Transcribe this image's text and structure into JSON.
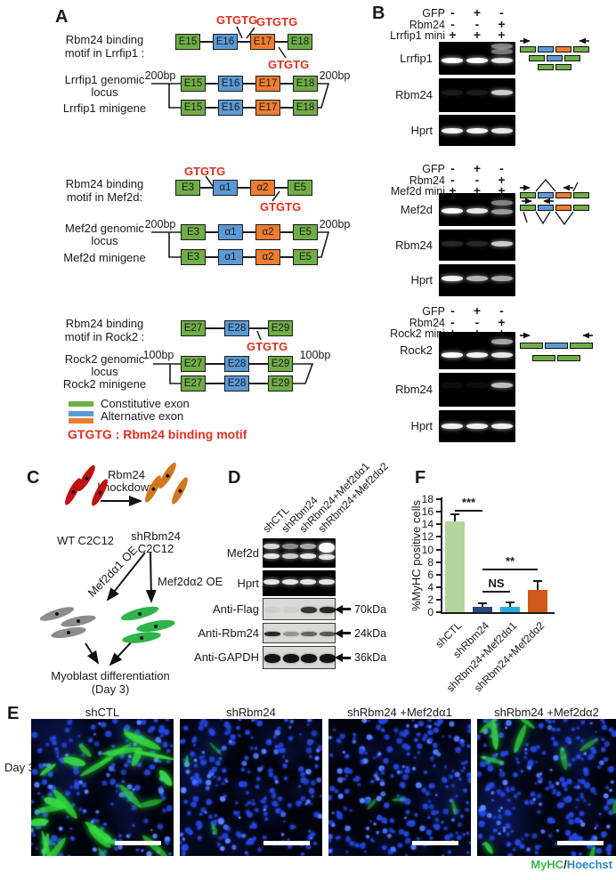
{
  "colors": {
    "exon_green": "#70ad47",
    "exon_blue": "#5b9bd5",
    "exon_orange": "#ed7d31",
    "motif_red": "#e0301e",
    "myhc_green": "#3cb54a",
    "hoechst_blue": "#2e86c8"
  },
  "panel_a": {
    "label": "A",
    "gtgtg": "GTGTG",
    "groups": [
      {
        "motif_l1": "Rbm24 binding",
        "motif_l2": "motif in Lrrfip1 :",
        "genomic_l1": "Lrrfip1 genomic",
        "genomic_l2": "locus",
        "minigene": "Lrrfip1 minigene",
        "flank": "200bp",
        "exons": [
          {
            "t": "E15",
            "c": "green"
          },
          {
            "t": "E16",
            "c": "blue"
          },
          {
            "t": "E17",
            "c": "orange"
          },
          {
            "t": "E18",
            "c": "green"
          }
        ]
      },
      {
        "motif_l1": "Rbm24 binding",
        "motif_l2": "motif in Mef2d:",
        "genomic_l1": "Mef2d genomic",
        "genomic_l2": "locus",
        "minigene": "Mef2d minigene",
        "flank": "200bp",
        "exons": [
          {
            "t": "E3",
            "c": "green"
          },
          {
            "t": "α1",
            "c": "blue"
          },
          {
            "t": "α2",
            "c": "orange"
          },
          {
            "t": "E5",
            "c": "green"
          }
        ]
      },
      {
        "motif_l1": "Rbm24 binding",
        "motif_l2": "motif in Rock2 :",
        "genomic_l1": "Rock2 genomic",
        "genomic_l2": "locus",
        "minigene": "Rock2 minigene",
        "flank": "100bp",
        "exons": [
          {
            "t": "E27",
            "c": "green"
          },
          {
            "t": "E28",
            "c": "blue"
          },
          {
            "t": "E29",
            "c": "green"
          }
        ]
      }
    ],
    "legend": {
      "constitutive": "Constitutive exon",
      "alternative": "Alternative exon",
      "motif_note": "GTGTG :  Rbm24 binding motif"
    }
  },
  "panel_b": {
    "label": "B",
    "blocks": [
      {
        "header": [
          {
            "label": "GFP",
            "v": [
              "-",
              "+",
              "-"
            ]
          },
          {
            "label": "Rbm24",
            "v": [
              "-",
              "-",
              "+"
            ]
          },
          {
            "label": "Lrrfip1 mini",
            "v": [
              "+",
              "+",
              "+"
            ]
          }
        ],
        "gels": [
          {
            "label": "Lrrfip1",
            "lanes": [
              [
                {
                  "y": 0.58,
                  "o": 1
                }
              ],
              [
                {
                  "y": 0.58,
                  "o": 1
                }
              ],
              [
                {
                  "y": 0.58,
                  "o": 0.9
                },
                {
                  "y": 0.3,
                  "o": 0.45
                },
                {
                  "y": 0.13,
                  "o": 0.5
                }
              ]
            ]
          },
          {
            "label": "Rbm24",
            "lanes": [
              [
                {
                  "y": 0.42,
                  "o": 0.1
                }
              ],
              [
                {
                  "y": 0.42,
                  "o": 0.1
                }
              ],
              [
                {
                  "y": 0.42,
                  "o": 0.8
                }
              ]
            ]
          },
          {
            "label": "Hprt",
            "lanes": [
              [
                {
                  "y": 0.5,
                  "o": 0.95
                }
              ],
              [
                {
                  "y": 0.5,
                  "o": 0.95
                }
              ],
              [
                {
                  "y": 0.5,
                  "o": 0.9
                }
              ]
            ]
          }
        ],
        "isoforms": [
          [
            "green",
            "blue",
            "orange",
            "green"
          ],
          [
            "green",
            "blue",
            "green"
          ],
          [
            "green",
            "green"
          ]
        ]
      },
      {
        "header": [
          {
            "label": "GFP",
            "v": [
              "-",
              "+",
              "-"
            ]
          },
          {
            "label": "Rbm24",
            "v": [
              "-",
              "-",
              "+"
            ]
          },
          {
            "label": "Mef2d mini",
            "v": [
              "+",
              "+",
              "+"
            ]
          }
        ],
        "gels": [
          {
            "label": "Mef2d",
            "lanes": [
              [
                {
                  "y": 0.55,
                  "o": 1
                }
              ],
              [
                {
                  "y": 0.55,
                  "o": 0.9
                }
              ],
              [
                {
                  "y": 0.58,
                  "o": 0.6
                },
                {
                  "y": 0.3,
                  "o": 0.5
                }
              ]
            ]
          },
          {
            "label": "Rbm24",
            "lanes": [
              [
                {
                  "y": 0.45,
                  "o": 0.15
                }
              ],
              [
                {
                  "y": 0.45,
                  "o": 0.15
                }
              ],
              [
                {
                  "y": 0.45,
                  "o": 0.8
                }
              ]
            ]
          },
          {
            "label": "Hprt",
            "lanes": [
              [
                {
                  "y": 0.45,
                  "o": 0.95
                }
              ],
              [
                {
                  "y": 0.45,
                  "o": 0.7
                }
              ],
              [
                {
                  "y": 0.45,
                  "o": 0.65
                }
              ]
            ]
          }
        ],
        "isoforms": [
          [
            "green",
            "blue",
            "orange",
            "green"
          ],
          [
            "green",
            "blue",
            "orange",
            "green"
          ]
        ]
      },
      {
        "header": [
          {
            "label": "GFP",
            "v": [
              "-",
              "+",
              "-"
            ]
          },
          {
            "label": "Rbm24",
            "v": [
              "-",
              "-",
              "+"
            ]
          },
          {
            "label": "Rock2 mini",
            "v": [
              "+",
              "+",
              "+"
            ]
          }
        ],
        "gels": [
          {
            "label": "Rock2",
            "lanes": [
              [
                {
                  "y": 0.62,
                  "o": 1
                }
              ],
              [
                {
                  "y": 0.62,
                  "o": 0.95
                }
              ],
              [
                {
                  "y": 0.62,
                  "o": 0.9
                },
                {
                  "y": 0.26,
                  "o": 0.65
                }
              ]
            ]
          },
          {
            "label": "Rbm24",
            "lanes": [
              [
                {
                  "y": 0.38,
                  "o": 0.05
                }
              ],
              [
                {
                  "y": 0.38,
                  "o": 0.05
                }
              ],
              [
                {
                  "y": 0.38,
                  "o": 0.75
                }
              ]
            ]
          },
          {
            "label": "Hprt",
            "lanes": [
              [
                {
                  "y": 0.5,
                  "o": 0.95
                }
              ],
              [
                {
                  "y": 0.5,
                  "o": 0.95
                }
              ],
              [
                {
                  "y": 0.5,
                  "o": 0.95
                }
              ]
            ]
          }
        ],
        "isoforms": [
          [
            "green",
            "blue",
            "green"
          ],
          [
            "green",
            "green"
          ]
        ]
      }
    ]
  },
  "panel_c": {
    "label": "C",
    "kd_l1": "Rbm24",
    "kd_l2": "knockdown",
    "wt": "WT C2C12",
    "sh_l1": "shRbm24",
    "sh_l2": "C2C12",
    "oe1": "Mef2dα1 OE",
    "oe2": "Mef2dα2 OE",
    "diff_l1": "Myoblast differentiation",
    "diff_l2": "(Day 3)",
    "cell_colors": {
      "wt": "#c01010",
      "sh": "#d2771e",
      "oe1": "#8c8c8c",
      "oe2": "#2fb34a"
    }
  },
  "panel_d": {
    "label": "D",
    "lanes": [
      "shCTL",
      "shRbm24",
      "shRbm24+Mef2dα1",
      "shRbm24+Mef2dα2"
    ],
    "gel_rows": [
      {
        "label": "Mef2d",
        "lanes": [
          [
            {
              "y": 0.28,
              "o": 0.85
            },
            {
              "y": 0.62,
              "o": 0.9
            }
          ],
          [
            {
              "y": 0.28,
              "o": 0.55
            },
            {
              "y": 0.62,
              "o": 0.8
            }
          ],
          [
            {
              "y": 0.28,
              "o": 0.65
            },
            {
              "y": 0.62,
              "o": 0.9
            }
          ],
          [
            {
              "y": 0.24,
              "o": 1,
              "h": 11
            },
            {
              "y": 0.64,
              "o": 0.9
            }
          ]
        ]
      },
      {
        "label": "Hprt",
        "lanes": [
          [
            {
              "y": 0.45,
              "o": 0.9
            }
          ],
          [
            {
              "y": 0.45,
              "o": 0.9
            }
          ],
          [
            {
              "y": 0.45,
              "o": 0.9
            }
          ],
          [
            {
              "y": 0.45,
              "o": 0.9
            }
          ]
        ]
      }
    ],
    "wb_rows": [
      {
        "label": "Anti-Flag",
        "kda": "70kDa",
        "lanes": [
          0.05,
          0.05,
          0.82,
          0.9
        ]
      },
      {
        "label": "Anti-Rbm24",
        "kda": "24kDa",
        "lanes": [
          0.9,
          0.35,
          0.6,
          0.65
        ]
      },
      {
        "label": "Anti-GAPDH",
        "kda": "36kDa",
        "lanes": [
          1,
          1,
          1,
          1
        ]
      }
    ]
  },
  "panel_f": {
    "label": "F"
  },
  "chart_data": {
    "type": "bar",
    "title": "",
    "ylabel": "%MyHC positive cells",
    "xlabel": "",
    "categories": [
      "shCTL",
      "shRbm24",
      "shRbm24+Mef2dα1",
      "shRbm24+Mef2dα2"
    ],
    "values": [
      14.5,
      0.8,
      0.8,
      3.5
    ],
    "errors": [
      1.1,
      0.6,
      0.7,
      1.4
    ],
    "bar_colors": [
      "#b2d69b",
      "#27477f",
      "#29abe2",
      "#d05a1e"
    ],
    "ylim": [
      0,
      18
    ],
    "ytick_step": 2,
    "grid": false,
    "legend_position": "none",
    "significance": [
      {
        "a": 0,
        "b": 1,
        "label": "***",
        "y": 16.3
      },
      {
        "a": 1,
        "b": 2,
        "label": "NS",
        "y": 3.4
      },
      {
        "a": 1,
        "b": 3,
        "label": "**",
        "y": 6.9
      }
    ]
  },
  "panel_e": {
    "label": "E",
    "row_label": "Day 3",
    "columns": [
      "shCTL",
      "shRbm24",
      "shRbm24 +Mef2dα1",
      "shRbm24 +Mef2dα2"
    ],
    "green_cell_counts": [
      24,
      3,
      3,
      10
    ],
    "stain_label": {
      "myhc": "MyHC",
      "sep": "/",
      "hoechst": "Hoechst"
    }
  }
}
